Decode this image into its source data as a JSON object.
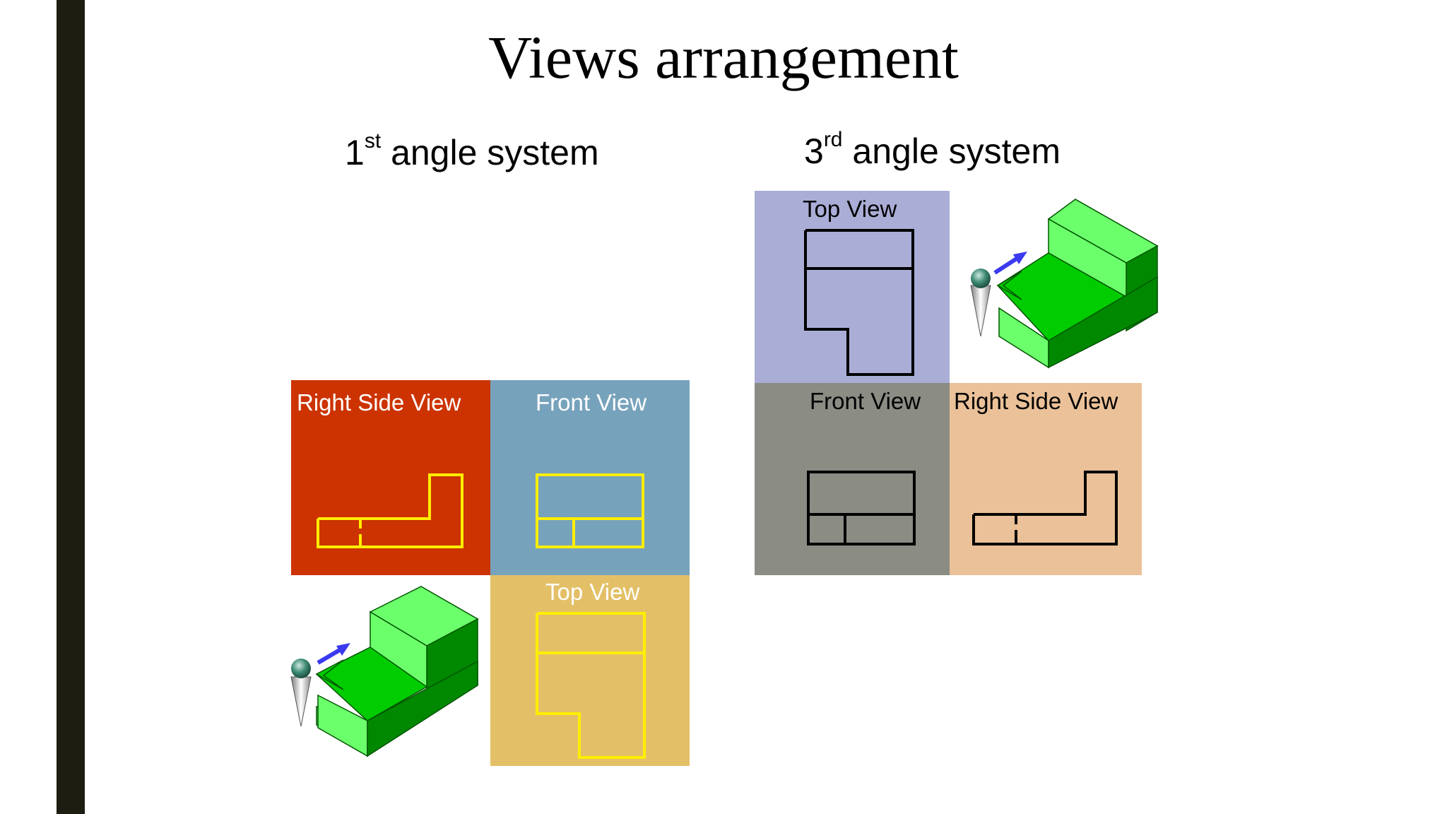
{
  "title": "Views arrangement",
  "first_angle": {
    "heading_number": "1",
    "heading_sup": "st",
    "heading_text": "angle system",
    "right_side_label": "Right Side View",
    "front_label": "Front View",
    "top_label": "Top View",
    "colors": {
      "right_side_bg": "#cc3300",
      "front_bg": "#77a2bb",
      "top_bg": "#e3c067",
      "line": "#ffee00"
    }
  },
  "third_angle": {
    "heading_number": "3",
    "heading_sup": "rd",
    "heading_text": "angle system",
    "top_label": "Top View",
    "front_label": "Front View",
    "right_side_label": "Right Side View",
    "colors": {
      "top_bg": "#aaaed6",
      "front_bg": "#8b8c84",
      "right_side_bg": "#ebc199",
      "line": "#000000"
    }
  },
  "object_colors": {
    "top_face": "#6cff6c",
    "front_face": "#00cc00",
    "side_face": "#008800",
    "arrow": "#3a3af0"
  },
  "icons": [
    "viewer-icon",
    "direction-arrow-icon",
    "isometric-block-icon"
  ]
}
